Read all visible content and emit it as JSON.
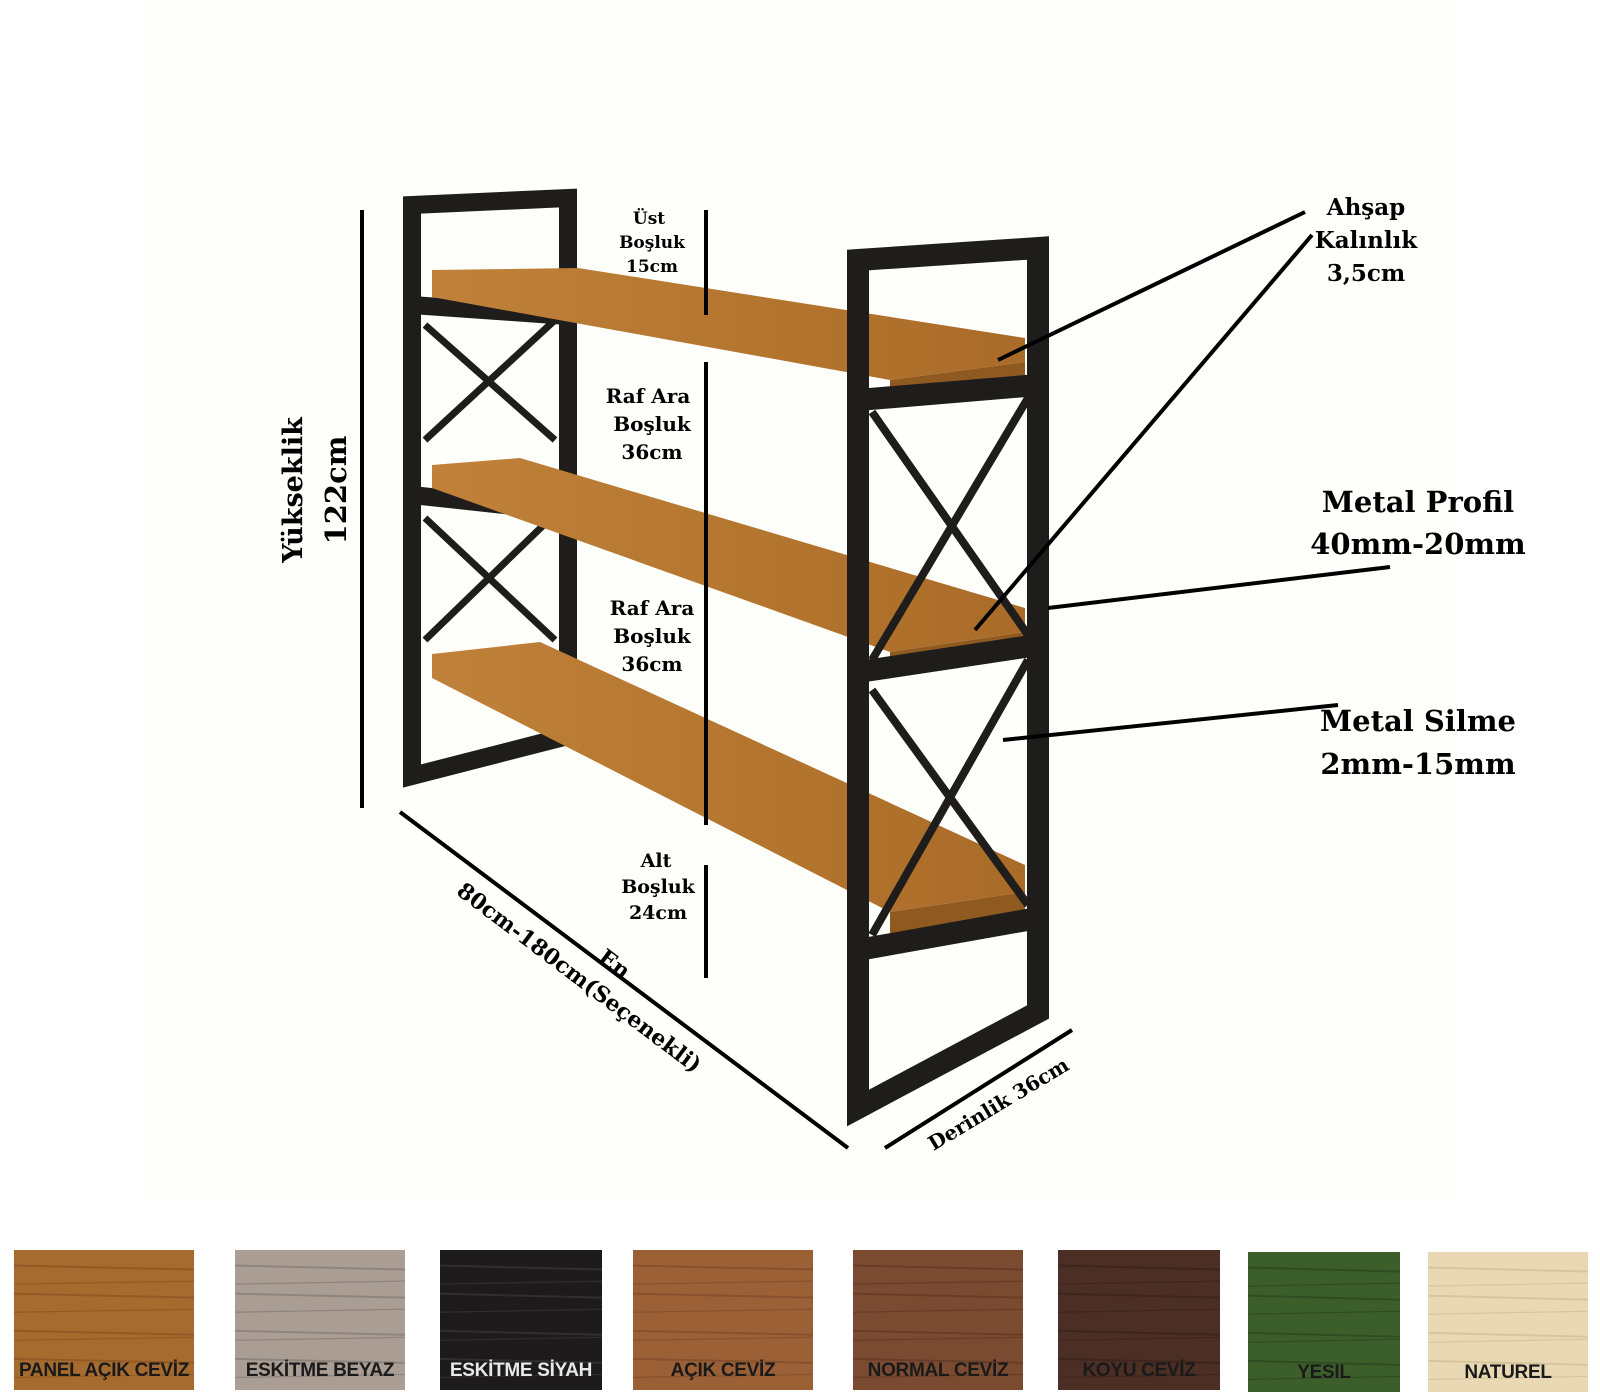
{
  "dimensions": {
    "height": {
      "title": "Yükseklik",
      "value": "122cm"
    },
    "width": {
      "title": "En",
      "value": "80cm-180cm(Seçenekli)"
    },
    "depth": {
      "text": "Derinlik 36cm"
    }
  },
  "gaps": {
    "top": [
      "Üst",
      "Boşluk",
      "15cm"
    ],
    "middle1": [
      "Raf Ara",
      "Boşluk",
      "36cm"
    ],
    "middle2": [
      "Raf Ara",
      "Boşluk",
      "36cm"
    ],
    "bottom": [
      "Alt",
      "Boşluk",
      "24cm"
    ]
  },
  "callouts": {
    "wood_thickness": [
      "Ahşap",
      "Kalınlık",
      "3,5cm"
    ],
    "metal_profile": [
      "Metal Profil",
      "40mm-20mm"
    ],
    "metal_strip": [
      "Metal Silme",
      "2mm-15mm"
    ]
  },
  "colors": {
    "frame": "#1f1d1b",
    "wood": "#b5772f",
    "wood_edge": "#8f5a20",
    "background": "#fefefb"
  },
  "swatches": [
    {
      "label": "PANEL AÇIK CEVİZ",
      "color": "#a66b2f",
      "grain": "#8a5522",
      "light_text": false
    },
    {
      "label": "ESKİTME BEYAZ",
      "color": "#a99d94",
      "grain": "#857a72",
      "light_text": false
    },
    {
      "label": "ESKİTME SİYAH",
      "color": "#1c1a1a",
      "grain": "#3a3636",
      "light_text": true
    },
    {
      "label": "AÇIK CEVİZ",
      "color": "#9b6036",
      "grain": "#7e4b28",
      "light_text": false
    },
    {
      "label": "NORMAL CEVİZ",
      "color": "#7a4b30",
      "grain": "#603824",
      "light_text": false
    },
    {
      "label": "KOYU CEVİZ",
      "color": "#4b2e24",
      "grain": "#3a221b",
      "light_text": false
    },
    {
      "label": "YESIL",
      "color": "#3c5e2b",
      "grain": "#2b4620",
      "light_text": false
    },
    {
      "label": "NATUREL",
      "color": "#e8d8b4",
      "grain": "#d2bd92",
      "light_text": false
    }
  ]
}
